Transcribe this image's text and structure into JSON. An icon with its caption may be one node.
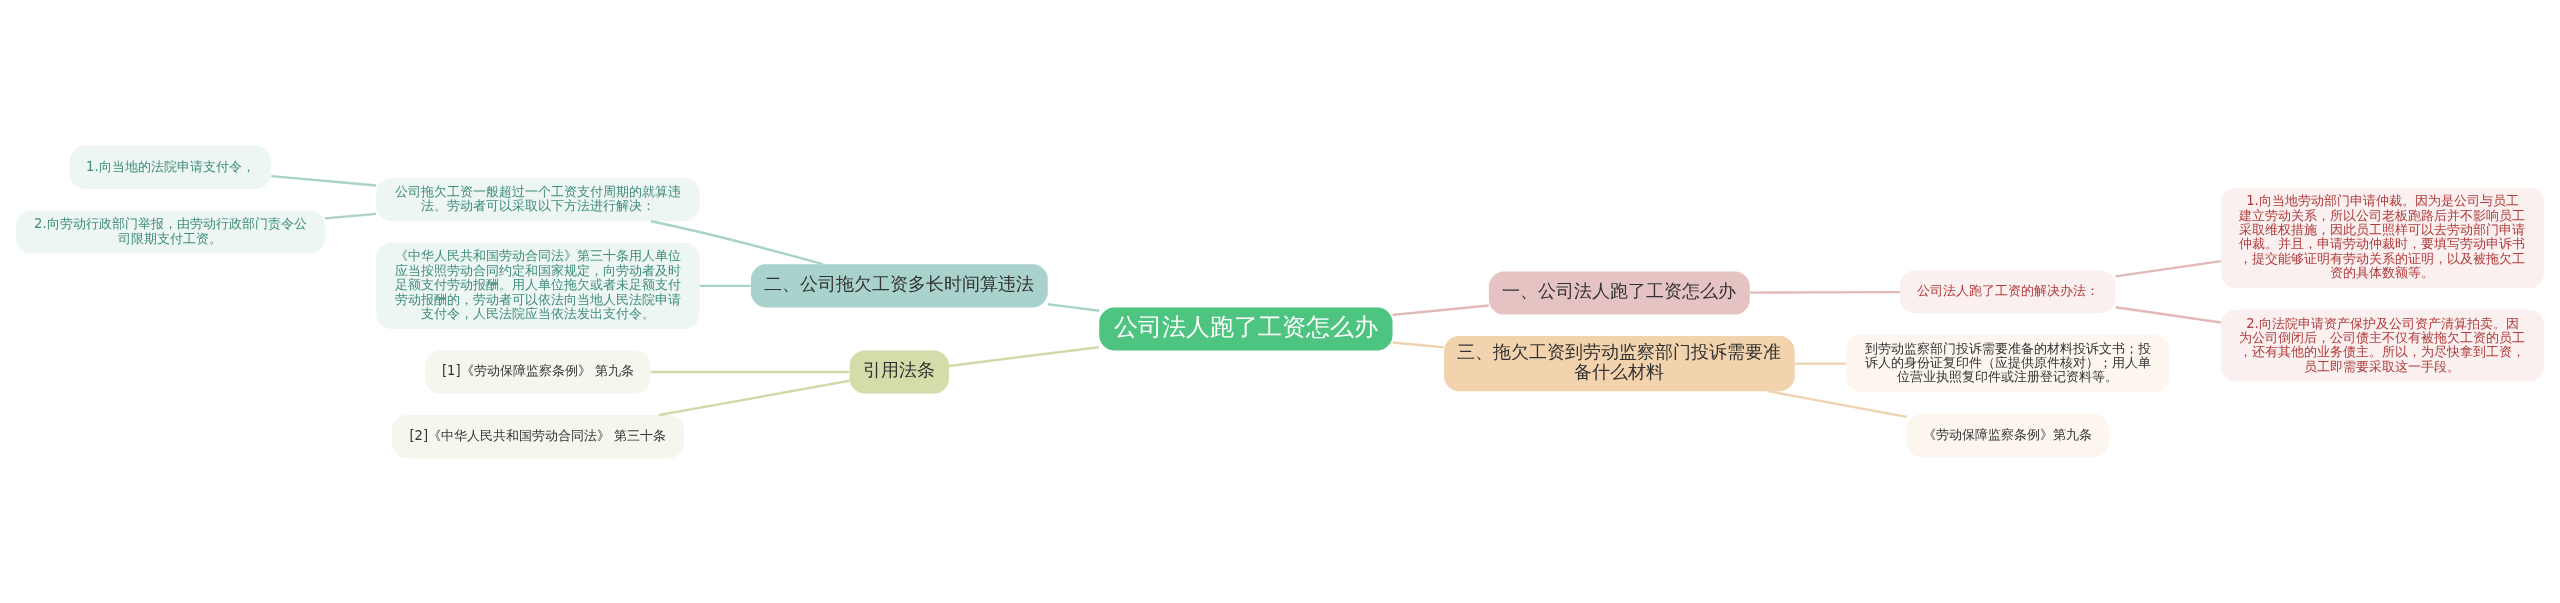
{
  "diagram": {
    "nodes": [
      {
        "text": [
          "公司法人跑了工资怎么办"
        ]
      },
      {
        "text": [
          "一、公司法人跑了工资怎么办"
        ]
      },
      {
        "text": [
          "公司法人跑了工资的解决办法："
        ]
      },
      {
        "text": [
          "1.向当地劳动部门申请仲裁。因为是公司与员工建立劳动关系，所以公司老板跑路后并不影响员工采取维权措施，因此员工照样可以去劳动部门申请仲裁。并且，申请劳动仲裁时，要填写劳动申诉书，提交能够证明有劳动关系的证明，以及被拖欠工资的具体数额等。"
        ]
      },
      {
        "text": [
          "2.向法院申请资产保护及公司资产清算拍卖。因为公司倒闭后，公司债主不仅有被拖欠工资的员工，还有其他的业务债主。所以，为尽快拿到工资，员工即需要采取这一手段。"
        ]
      },
      {
        "text": [
          "三、拖欠工资到劳动监察部门投诉需要准备什么材料"
        ]
      },
      {
        "text": [
          "到劳动监察部门投诉需要准备的材料投诉文书；投诉人的身份证复印件（应提供原件核对）；用人单位营业执照复印件或注册登记资料等。"
        ]
      },
      {
        "text": [
          "《劳动保障监察条例》第九条"
        ]
      },
      {
        "text": [
          "二、公司拖欠工资多长时间算违法"
        ]
      },
      {
        "text": [
          "公司拖欠工资一般超过一个工资支付周期的就算违法。劳动者可以采取以下方法进行解决："
        ]
      },
      {
        "text": [
          "1.向当地的法院申请支付令，"
        ]
      },
      {
        "text": [
          "2.向劳动行政部门举报，由劳动行政部门责令公司限期支付工资。"
        ]
      },
      {
        "text": [
          "《中华人民共和国劳动合同法》第三十条用人单位应当按照劳动合同约定和国家规定，向劳动者及时足额支付劳动报酬。用人单位拖欠或者未足额支付劳动报酬的，劳动者可以依法向当地人民法院申请支付令，人民法院应当依法发出支付令。"
        ]
      },
      {
        "text": [
          "引用法条"
        ]
      },
      {
        "text": [
          "[1]《劳动保障监察条例》 第九条"
        ]
      },
      {
        "text": [
          "[2]《中华人民共和国劳动合同法》 第三十条"
        ]
      }
    ],
    "edges": [
      {
        "from": 0,
        "to": 1,
        "arrow": "none",
        "color": "#e2b9b9"
      },
      {
        "from": 1,
        "to": 2,
        "arrow": "none",
        "color": "#e2b9b9"
      },
      {
        "from": 2,
        "to": 3,
        "arrow": "none",
        "color": "#e2b9b9"
      },
      {
        "from": 2,
        "to": 4,
        "arrow": "none",
        "color": "#e2b9b9"
      },
      {
        "from": 0,
        "to": 5,
        "arrow": "none",
        "color": "#efd3b0"
      },
      {
        "from": 5,
        "to": 6,
        "arrow": "none",
        "color": "#efd3b0"
      },
      {
        "from": 5,
        "to": 7,
        "arrow": "none",
        "color": "#efd3b0"
      },
      {
        "from": 0,
        "to": 8,
        "arrow": "none",
        "color": "#a9d3ca"
      },
      {
        "from": 8,
        "to": 9,
        "arrow": "none",
        "color": "#a9d3ca"
      },
      {
        "from": 9,
        "to": 10,
        "arrow": "none",
        "color": "#a9d3ca"
      },
      {
        "from": 9,
        "to": 11,
        "arrow": "none",
        "color": "#a9d3ca"
      },
      {
        "from": 8,
        "to": 12,
        "arrow": "none",
        "color": "#a9d3ca"
      },
      {
        "from": 0,
        "to": 13,
        "arrow": "none",
        "color": "#d3d9a9"
      },
      {
        "from": 13,
        "to": 14,
        "arrow": "none",
        "color": "#d3d9a9"
      },
      {
        "from": 13,
        "to": 15,
        "arrow": "none",
        "color": "#d3d9a9"
      }
    ]
  }
}
